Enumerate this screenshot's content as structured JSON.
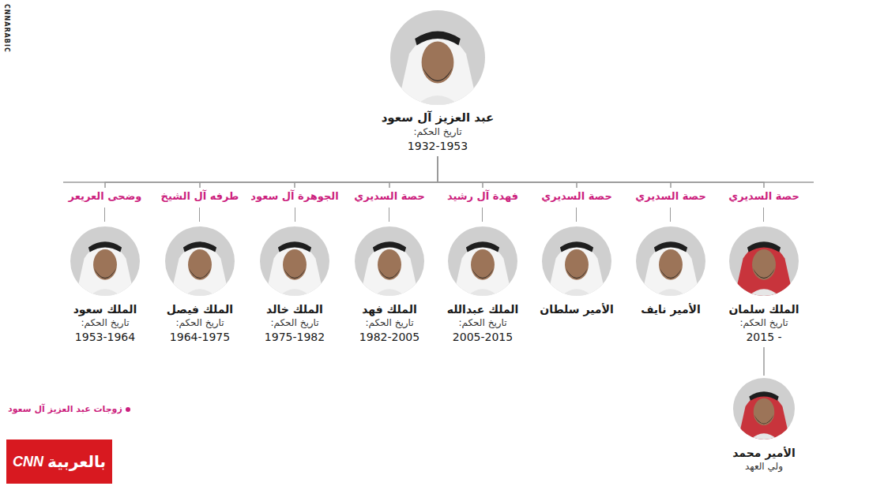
{
  "diagram": {
    "nodes": [
      {
        "text": [
          "عبد العزيز آل سعود",
          "تاريخ الحكم:",
          "1932-1953"
        ]
      },
      {
        "text": [
          "حصة السديري",
          "الملك سلمان",
          "تاريخ الحكم:",
          "2015 -"
        ]
      },
      {
        "text": [
          "حصة السديري",
          "الأمير نايف"
        ]
      },
      {
        "text": [
          "حصة السديري",
          "الأمير سلطان"
        ]
      },
      {
        "text": [
          "فهدة آل رشيد",
          "الملك عبدالله",
          "تاريخ الحكم:",
          "2005-2015"
        ]
      },
      {
        "text": [
          "حصة السديري",
          "الملك فهد",
          "تاريخ الحكم:",
          "1982-2005"
        ]
      },
      {
        "text": [
          "الجوهرة آل سعود",
          "الملك خالد",
          "تاريخ الحكم:",
          "1975-1982"
        ]
      },
      {
        "text": [
          "طرفه آل الشيخ",
          "الملك فيصل",
          "تاريخ الحكم:",
          "1964-1975"
        ]
      },
      {
        "text": [
          "وضحى العريعر",
          "الملك سعود",
          "تاريخ الحكم:",
          "1953-1964"
        ]
      },
      {
        "text": [
          "الأمير محمد",
          "ولي العهد"
        ]
      },
      {
        "text": [
          "CNN",
          "بالعربية"
        ]
      }
    ],
    "edges": [
      {
        "from": 0,
        "to": 1,
        "arrow": "none"
      },
      {
        "from": 0,
        "to": 2,
        "arrow": "none"
      },
      {
        "from": 0,
        "to": 3,
        "arrow": "none"
      },
      {
        "from": 0,
        "to": 4,
        "arrow": "none"
      },
      {
        "from": 0,
        "to": 5,
        "arrow": "none"
      },
      {
        "from": 0,
        "to": 6,
        "arrow": "none"
      },
      {
        "from": 0,
        "to": 7,
        "arrow": "none"
      },
      {
        "from": 0,
        "to": 8,
        "arrow": "none"
      },
      {
        "from": 1,
        "to": 9,
        "arrow": "none"
      }
    ],
    "labels": [
      "CNNARABIC"
    ],
    "legend": [
      {
        "text": "زوجات عبد العزيز آل سعود",
        "color": "#cc1f7e"
      }
    ]
  }
}
